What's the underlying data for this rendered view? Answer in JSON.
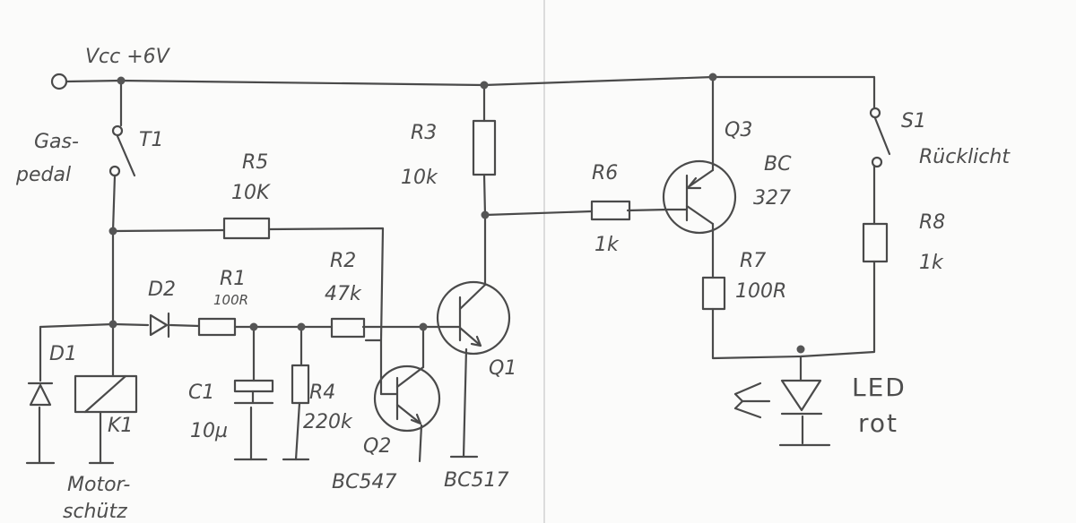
{
  "labels": {
    "vcc": "Vcc +6V",
    "t1": "T1",
    "gas1": "Gas-",
    "gas2": "pedal",
    "r5_name": "R5",
    "r5_val": "10K",
    "r3_name": "R3",
    "r3_val": "10k",
    "r6_name": "R6",
    "r6_val": "1k",
    "q3_name": "Q3",
    "q3_type1": "BC",
    "q3_type2": "327",
    "s1_name": "S1",
    "s1_desc": "Rücklicht",
    "r8_name": "R8",
    "r8_val": "1k",
    "r7_name": "R7",
    "r7_val": "100R",
    "d2": "D2",
    "r1_name": "R1",
    "r1_val": "100R",
    "r2_name": "R2",
    "r2_val": "47k",
    "d1": "D1",
    "c1_name": "C1",
    "c1_val": "10µ",
    "r4_name": "R4",
    "r4_val": "220k",
    "k1": "K1",
    "q1_name": "Q1",
    "q2_name": "Q2",
    "q2_type": "BC547",
    "q1_type": "BC517",
    "motor1": "Motor-",
    "motor2": "schütz",
    "led1": "LED",
    "led2": "rot"
  }
}
